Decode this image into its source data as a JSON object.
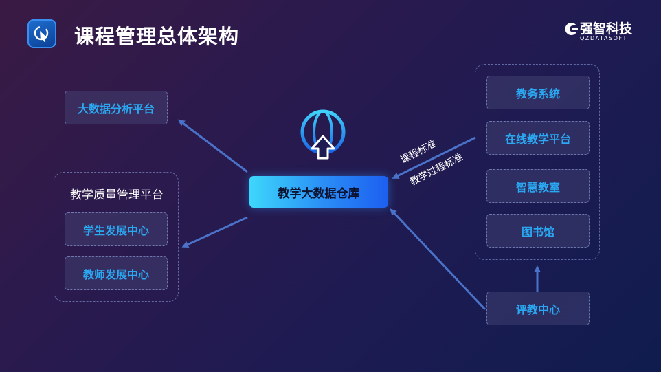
{
  "header": {
    "title": "课程管理总体架构",
    "logo_text": "强智科技",
    "logo_sub": "QZDATASOFT"
  },
  "center": {
    "label": "教学大数据仓库"
  },
  "left": {
    "analytics": "大数据分析平台",
    "quality_group_label": "教学质量管理平台",
    "student_center": "学生发展中心",
    "teacher_center": "教师发展中心"
  },
  "right": {
    "systems": [
      "教务系统",
      "在线教学平台",
      "智慧教室",
      "图书馆"
    ],
    "evaluation": "评教中心"
  },
  "edges": {
    "label_1": "课程标准",
    "label_2": "教学过程标准"
  },
  "colors": {
    "box_text": "#2aa8f2",
    "arrow": "#4a72c8",
    "accent_gradient_start": "#3dd7fb",
    "accent_gradient_end": "#1c5ff0"
  },
  "icons": {
    "title": "cursor-click-icon",
    "center": "globe-upload-icon",
    "logo": "company-logo-icon"
  }
}
